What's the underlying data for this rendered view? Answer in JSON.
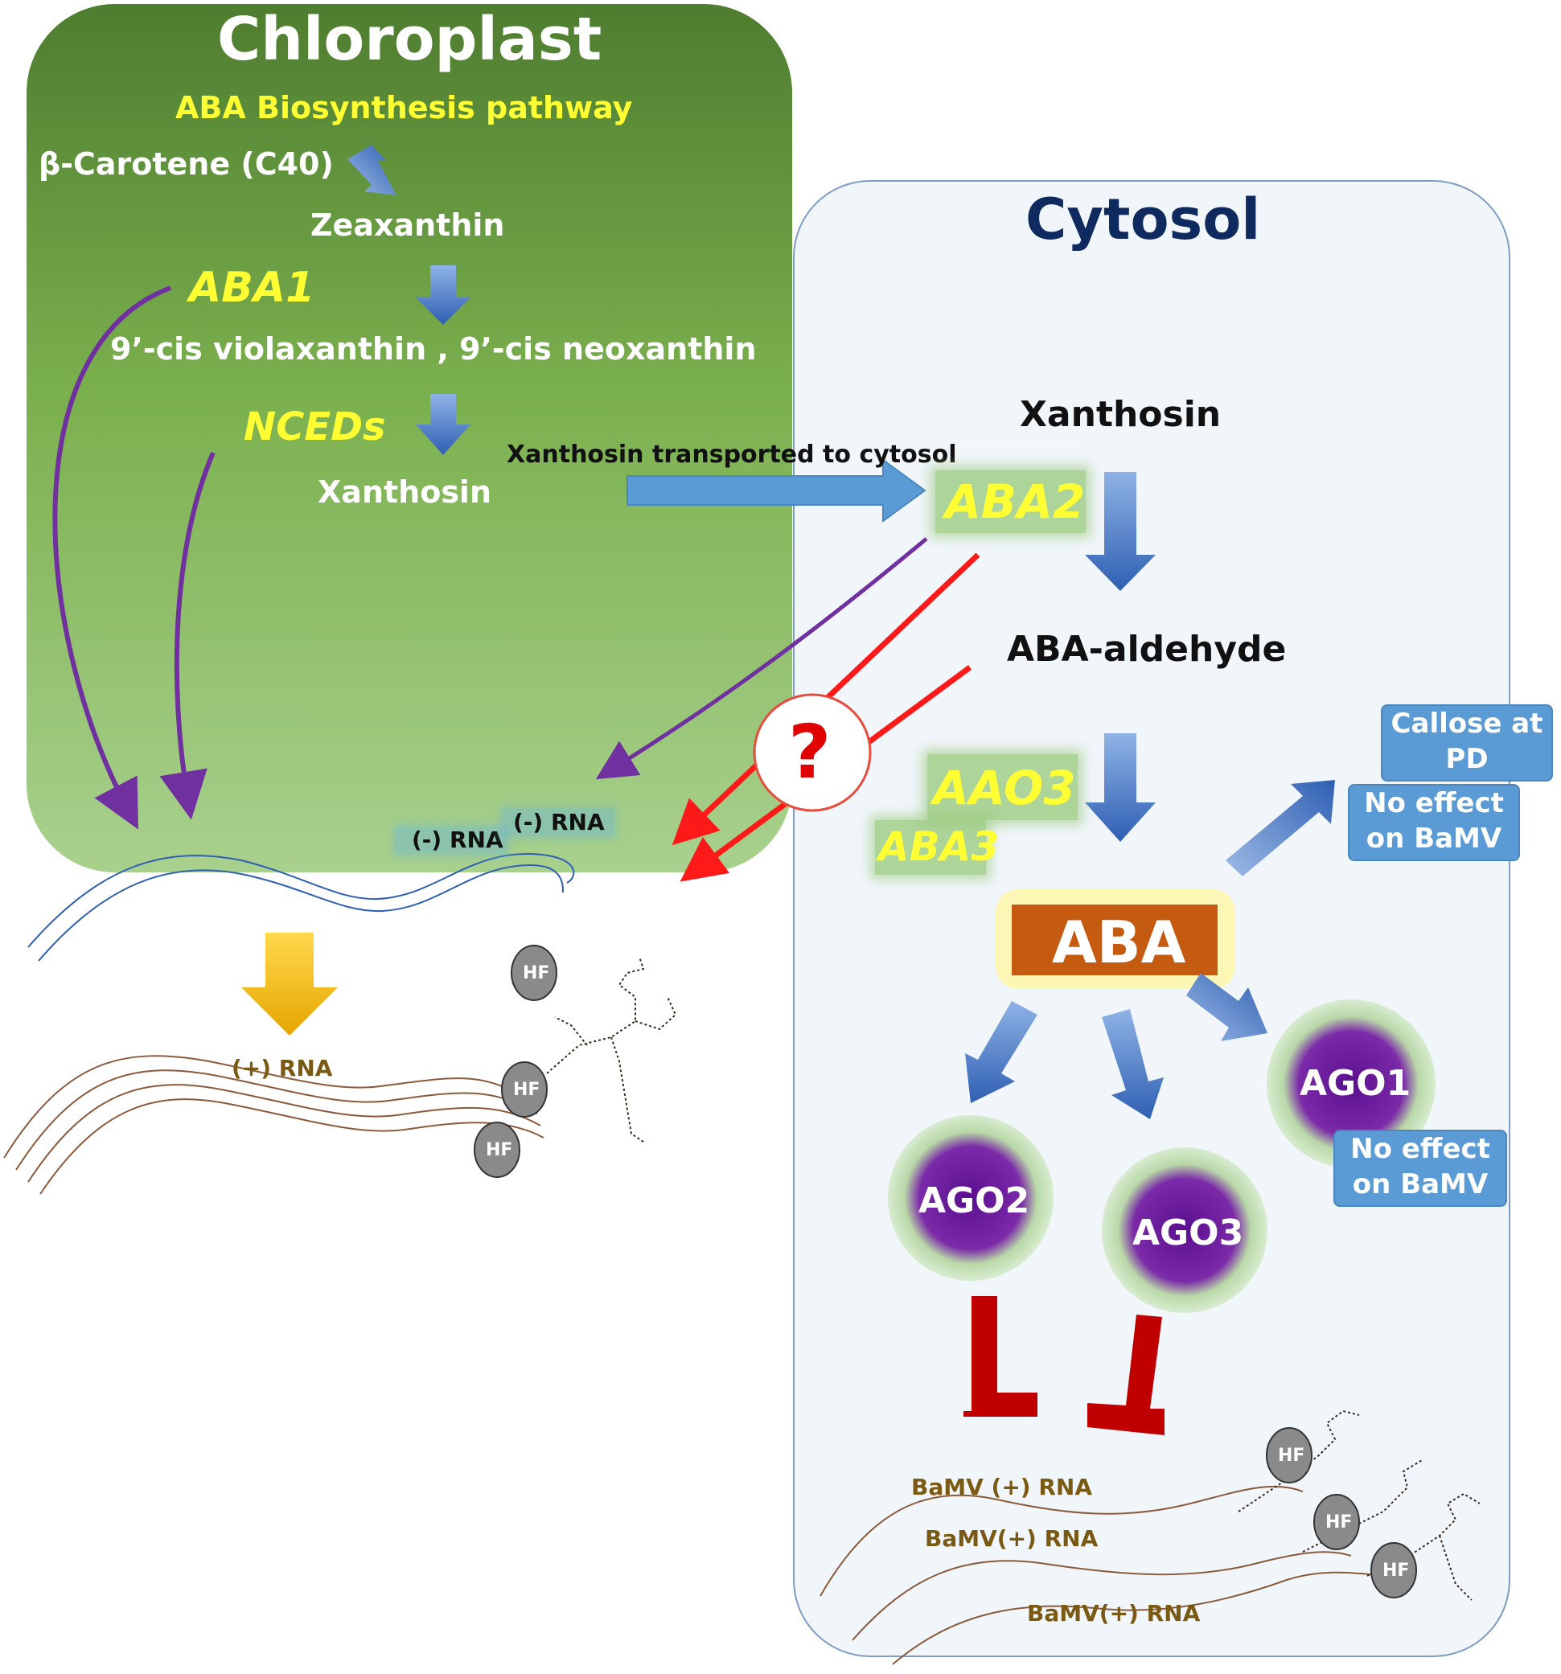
{
  "chloroplast": {
    "title": "Chloroplast",
    "pathway_title": "ABA Biosynthesis pathway",
    "beta_carotene": "β-Carotene (C40)",
    "zeaxanthin": "Zeaxanthin",
    "aba1": "ABA1",
    "violaxanthin": "9’-cis violaxanthin , 9’-cis neoxanthin",
    "nceds": "NCEDs",
    "xanthosin": "Xanthosin",
    "neg_rna_1": "(-) RNA",
    "neg_rna_2": "(-) RNA",
    "pos_rna": "(+) RNA",
    "fill_top": "#4e7d2f",
    "fill_bottom": "#a9d18e"
  },
  "transport": {
    "label": "Xanthosin transported to cytosol"
  },
  "cytosol": {
    "title": "Cytosol",
    "xanthosin": "Xanthosin",
    "aba2": "ABA2",
    "aba_aldehyde": "ABA-aldehyde",
    "aao3": "AAO3",
    "aba3": "ABA3",
    "aba": "ABA",
    "callose_box": "Callose at PD",
    "no_effect_1": "No effect on BaMV",
    "no_effect_2": "No effect on BaMV",
    "ago1": "AGO1",
    "ago2": "AGO2",
    "ago3": "AGO3",
    "bamv_1": "BaMV (+) RNA",
    "bamv_2": "BaMV(+) RNA",
    "bamv_3": "BaMV(+) RNA",
    "fill": "#f1f6fb",
    "title_color": "#0e2a5e"
  },
  "unknown_mark": "?",
  "helicase_label": "HF",
  "colors": {
    "inhibit_red": "#c00000",
    "red_arrow": "#ff1a1a",
    "purple_arrow": "#7030a0",
    "blue_arrow": "#3a6fc4",
    "aba_orange": "#c55a11",
    "ago_purple": "#6a1b9a"
  }
}
